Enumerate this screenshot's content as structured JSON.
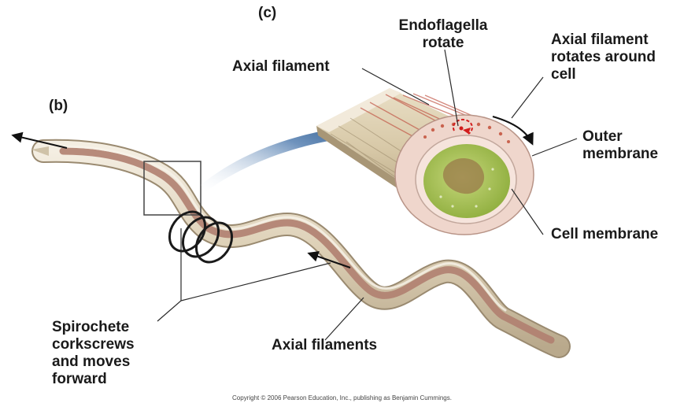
{
  "panels": {
    "b": "(b)",
    "c": "(c)"
  },
  "labels": {
    "endoflagella_rotate": "Endoflagella\nrotate",
    "axial_filament": "Axial filament",
    "axial_filament_rotates": "Axial filament\nrotates around\ncell",
    "outer_membrane": "Outer\nmembrane",
    "cell_membrane": "Cell membrane",
    "axial_filaments": "Axial filaments",
    "spirochete": "Spirochete\ncorkscrews\nand moves\nforward"
  },
  "copyright": "Copyright © 2006 Pearson Education, Inc., publishing as Benjamin Cummings.",
  "colors": {
    "body_outer": "#e6dcc8",
    "body_stripe": "#b07f70",
    "sheath": "#efd6cc",
    "cytoplasm": "#a9c25a",
    "filament": "#c9634f",
    "arrow_blue": "#2f5f93",
    "rotate_red": "#d21c1c"
  }
}
